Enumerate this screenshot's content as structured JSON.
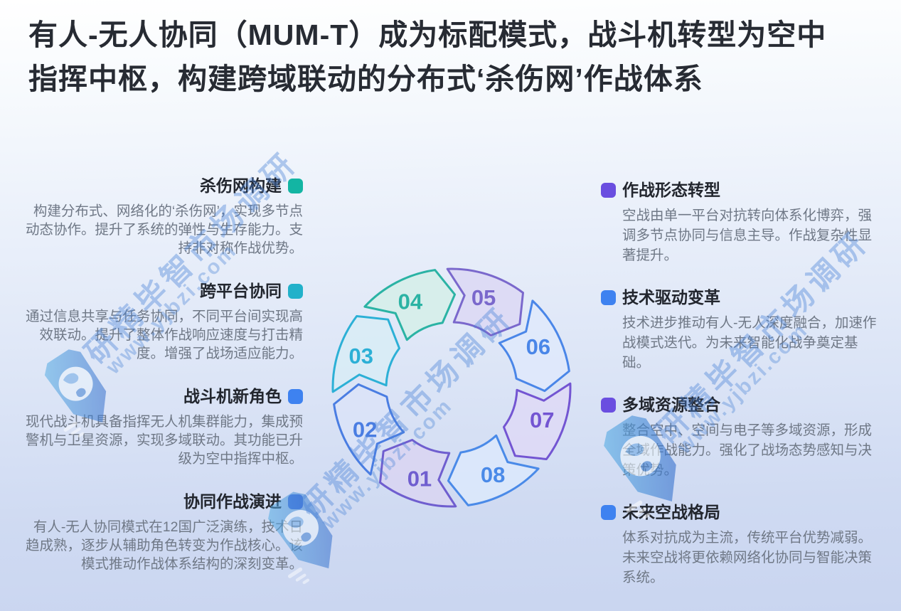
{
  "title_lines": [
    "有人-无人协同（MUM-T）成为标配模式，战斗机转型为空中",
    "指挥中枢，构建跨域联动的分布式‘杀伤网’作战体系"
  ],
  "left_sections": [
    {
      "heading": "杀伤网构建",
      "color": "#13b5a3",
      "body": "构建分布式、网络化的‘杀伤网’，实现多节点动态协作。提升了系统的弹性与生存能力。支持非对称作战优势。"
    },
    {
      "heading": "跨平台协同",
      "color": "#22b1ca",
      "body": "通过信息共享与任务协同，不同平台间实现高效联动。提升了整体作战响应速度与打击精度。增强了战场适应能力。"
    },
    {
      "heading": "战斗机新角色",
      "color": "#3e82f0",
      "body": "现代战斗机具备指挥无人机集群能力，集成预警机与卫星资源，实现多域联动。其功能已升级为空中指挥中枢。"
    },
    {
      "heading": "协同作战演进",
      "color": "#4a6fe0",
      "body": "有人-无人协同模式在12国广泛演练，技术日趋成熟，逐步从辅助角色转变为作战核心。该模式推动作战体系结构的深刻变革。"
    }
  ],
  "right_sections": [
    {
      "heading": "作战形态转型",
      "color": "#6a4ee0",
      "body": "空战由单一平台对抗转向体系化博弈，强调多节点协同与信息主导。作战复杂性显著提升。"
    },
    {
      "heading": "技术驱动变革",
      "color": "#3e82f0",
      "body": "技术进步推动有人-无人深度融合，加速作战模式迭代。为未来智能化战争奠定基础。"
    },
    {
      "heading": "多域资源整合",
      "color": "#6a4ee0",
      "body": "整合空中、空间与电子等多域资源，形成全域作战能力。强化了战场态势感知与决策优势。"
    },
    {
      "heading": "未来空战格局",
      "color": "#3e82f0",
      "body": "体系对抗成为主流，传统平台优势减弱。未来空战将更依赖网络化协同与智能决策系统。"
    }
  ],
  "cycle": {
    "segments": [
      {
        "number": "01",
        "angle": 202.5,
        "stroke": "#6f5ecf",
        "fill": "#d9d5f1"
      },
      {
        "number": "02",
        "angle": 247.5,
        "stroke": "#4a7de2",
        "fill": "#dbe3f8"
      },
      {
        "number": "03",
        "angle": 292.5,
        "stroke": "#2cb0d6",
        "fill": "#d8ecf6"
      },
      {
        "number": "04",
        "angle": 337.5,
        "stroke": "#2bb3a4",
        "fill": "#d5efe9"
      },
      {
        "number": "05",
        "angle": 22.5,
        "stroke": "#7a68cc",
        "fill": "#dcd8f4"
      },
      {
        "number": "06",
        "angle": 67.5,
        "stroke": "#4a86e8",
        "fill": "#dfe9fb"
      },
      {
        "number": "07",
        "angle": 112.5,
        "stroke": "#7355d2",
        "fill": "#ded9f6"
      },
      {
        "number": "08",
        "angle": 157.5,
        "stroke": "#4a8ae8",
        "fill": "#dce9fb"
      }
    ]
  },
  "watermark": {
    "text": "研精毕智市场调研",
    "url": "www.yjbzi.com",
    "color": "#4882d6"
  }
}
